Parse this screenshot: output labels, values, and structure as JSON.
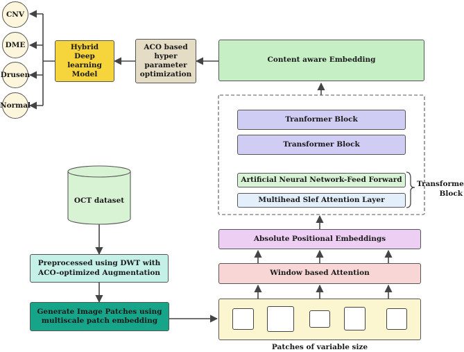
{
  "outputs": {
    "cnv": "CNV",
    "dme": "DME",
    "drusen": "Drusen",
    "normal": "Normal"
  },
  "hybrid_model": "Hybrid Deep learning Model",
  "aco_optimization": "ACO based hyper parameter optimization",
  "content_embedding": "Content aware Embedding",
  "transformer_block_1": "Tranformer Block",
  "transformer_block_2": "Transformer Block",
  "ann_feed_forward": "Artificial Neural Network-Feed Forward",
  "multihead_attention": "Multihead Slef Attention Layer",
  "transformer_brace_label": "Transformer Block",
  "positional_embeddings": "Absolute Positional Embeddings",
  "window_attention": "Window based Attention",
  "patches_caption": "Patches of variable size",
  "dataset": "OCT dataset",
  "preprocess": "Preprocessed using DWT with ACO-optimized Augmentation",
  "patch_gen": "Generate Image Patches using multiscale patch embedding",
  "colors": {
    "circle_fill": "#fdf6dc",
    "hybrid": "#f6d43c",
    "aco": "#e4dcc4",
    "content": "#c6efc6",
    "transformer": "#cfcdf3",
    "ann": "#d9f3d6",
    "multihead": "#e3effb",
    "positional": "#eccff3",
    "window": "#f8d6d6",
    "patch_panel": "#fbf6cf",
    "dataset": "#d8f3d3",
    "preprocess": "#c4f0e8",
    "patch_gen": "#17a58a"
  }
}
